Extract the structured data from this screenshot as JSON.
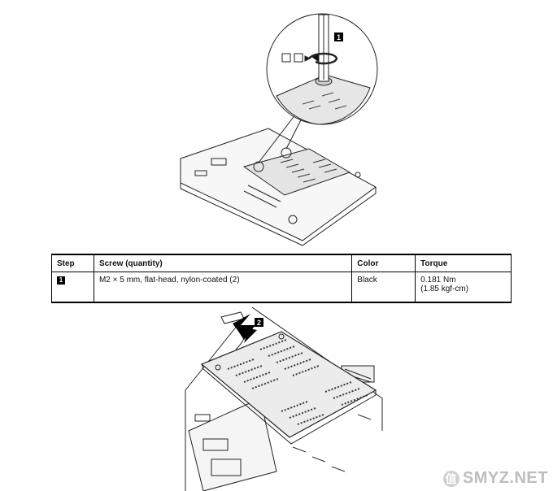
{
  "figure_top": {
    "callout_label": "1"
  },
  "table": {
    "headers": [
      "Step",
      "Screw (quantity)",
      "Color",
      "Torque"
    ],
    "row": {
      "step": "1",
      "screw": "M2 × 5 mm, flat-head, nylon-coated (2)",
      "color": "Black",
      "torque_line1": "0.181 Nm",
      "torque_line2": "(1.85 kgf-cm)"
    }
  },
  "figure_bottom": {
    "callout_label": "2"
  },
  "watermark": {
    "text": "SMYZ.NET",
    "logo_glyph": "值"
  }
}
